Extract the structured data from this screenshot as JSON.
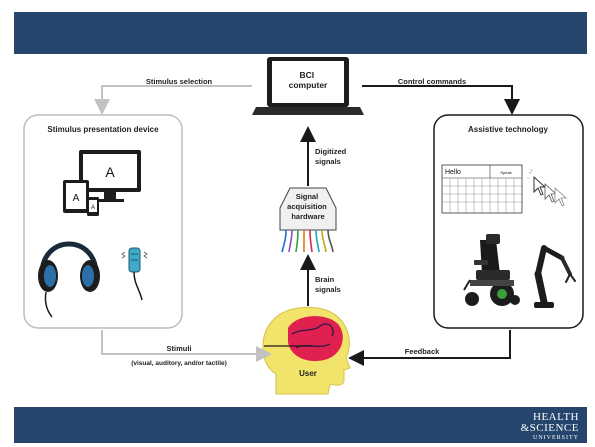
{
  "diagram": {
    "bci_computer": "BCI\ncomputer",
    "stimulus_selection": "Stimulus selection",
    "control_commands": "Control commands",
    "stimulus_device_title": "Stimulus presentation device",
    "assistive_title": "Assistive  technology",
    "digitized_signals": "Digitized\nsignals",
    "signal_acq": "Signal\nacquisition\nhardware",
    "brain_signals": "Brain\nsignals",
    "stimuli_title": "Stimuli",
    "stimuli_sub": "(visual, auditory, and/or tactile)",
    "feedback": "Feedback",
    "user": "User",
    "monitor_letter": "A",
    "tablet_letter": "A",
    "phone_letter": "A",
    "speller_text": "Hello",
    "speller_button": "Speak"
  },
  "logo": {
    "line1": "HEALTH",
    "line2": "&SCIENCE",
    "line3": "UNIVERSITY"
  },
  "colors": {
    "bar": "#26456d",
    "arrow_dark": "#1a1a1a",
    "arrow_light": "#bdbdbd",
    "head_yellow": "#f2e36a",
    "brain_red": "#e0214f"
  }
}
